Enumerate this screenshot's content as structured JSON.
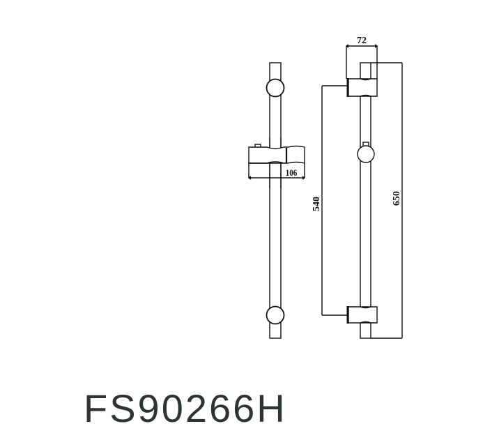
{
  "diagram": {
    "type": "technical-drawing",
    "subject": "shower slide rail",
    "line_color": "#111111",
    "views": {
      "front": {
        "label": "front-view"
      },
      "side": {
        "label": "side-view"
      }
    },
    "dimensions": {
      "slider_width": "106",
      "bracket_depth": "72",
      "bracket_spacing": "540",
      "overall_height": "650"
    }
  },
  "model": {
    "code": "FS90266H",
    "text_color": "#2b3535"
  }
}
